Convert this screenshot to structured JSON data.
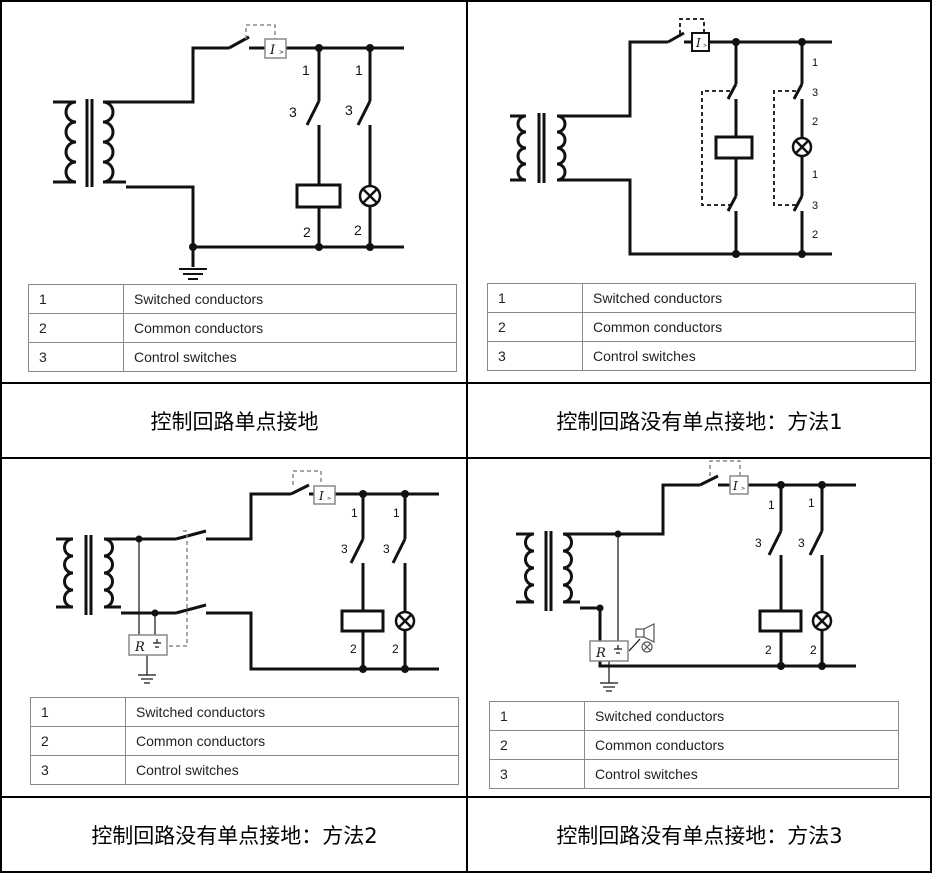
{
  "legend": [
    {
      "num": "1",
      "text": "Switched conductors"
    },
    {
      "num": "2",
      "text": "Common conductors"
    },
    {
      "num": "3",
      "text": "Control switches"
    }
  ],
  "panels": [
    {
      "caption": "控制回路单点接地"
    },
    {
      "caption": "控制回路没有单点接地：方法1"
    },
    {
      "caption": "控制回路没有单点接地：方法2"
    },
    {
      "caption": "控制回路没有单点接地：方法3"
    }
  ],
  "symbols": {
    "current_device": "I",
    "current_suffix": ">",
    "resistor": "R",
    "label_1": "1",
    "label_2": "2",
    "label_3": "3"
  }
}
